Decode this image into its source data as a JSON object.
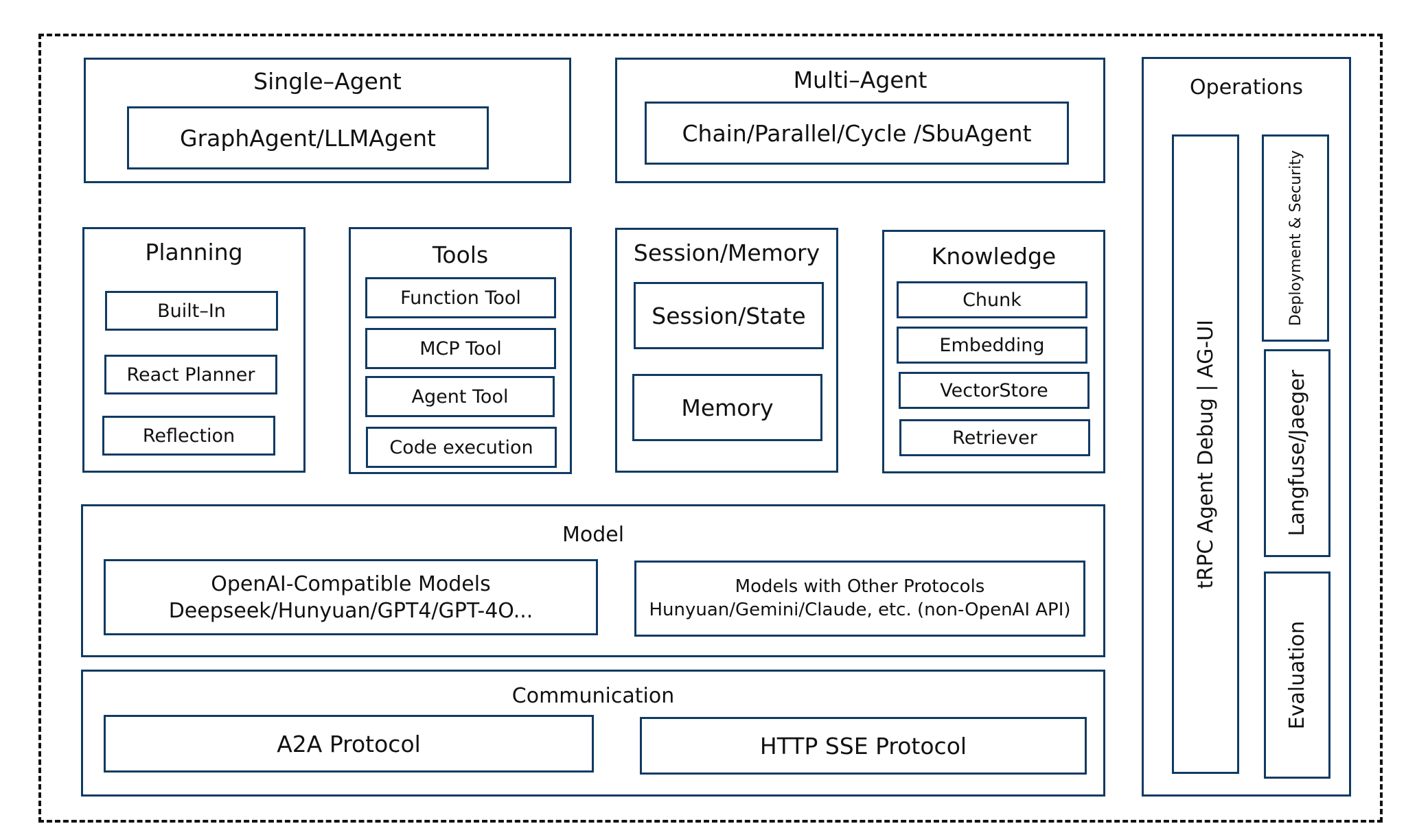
{
  "single_agent": {
    "title": "Single–Agent",
    "item": "GraphAgent/LLMAgent"
  },
  "multi_agent": {
    "title": "Multi–Agent",
    "item": "Chain/Parallel/Cycle /SbuAgent"
  },
  "planning": {
    "title": "Planning",
    "items": [
      "Built–In",
      "React Planner",
      "Reflection"
    ]
  },
  "tools": {
    "title": "Tools",
    "items": [
      "Function Tool",
      "MCP Tool",
      "Agent Tool",
      "Code execution"
    ]
  },
  "session_memory": {
    "title": "Session/Memory",
    "items": [
      "Session/State",
      "Memory"
    ]
  },
  "knowledge": {
    "title": "Knowledge",
    "items": [
      "Chunk",
      "Embedding",
      "VectorStore",
      "Retriever"
    ]
  },
  "model": {
    "title": "Model",
    "openai": {
      "line1": "OpenAI-Compatible Models",
      "line2": "Deepseek/Hunyuan/GPT4/GPT-4O..."
    },
    "other": {
      "line1": "Models with Other Protocols",
      "line2": "Hunyuan/Gemini/Claude, etc. (non-OpenAI API)"
    }
  },
  "communication": {
    "title": "Communication",
    "items": [
      "A2A Protocol",
      "HTTP SSE Protocol"
    ]
  },
  "operations": {
    "title": "Operations",
    "debug": "tRPC Agent Debug | AG-UI",
    "deployment": "Deployment & Security",
    "tracing": "Langfuse/Jaeger",
    "evaluation": "Evaluation"
  },
  "colors": {
    "border": "#0f3a63",
    "frame": "#111111"
  }
}
